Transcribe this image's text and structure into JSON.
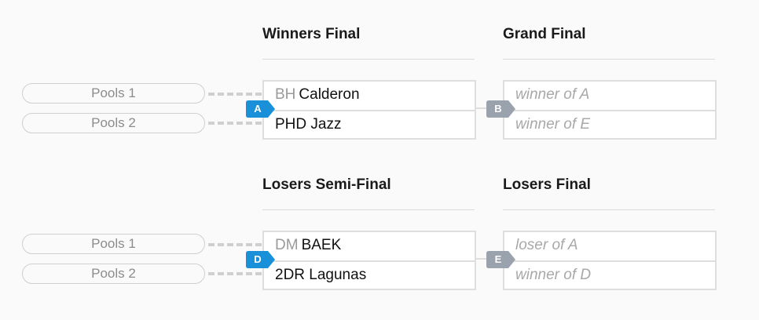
{
  "rounds": {
    "winners_final": "Winners Final",
    "grand_final": "Grand Final",
    "losers_semi_final": "Losers Semi-Final",
    "losers_final": "Losers Final"
  },
  "pools": {
    "upper_1": "Pools 1",
    "upper_2": "Pools 2",
    "lower_1": "Pools 1",
    "lower_2": "Pools 2"
  },
  "matches": {
    "A": {
      "badge": "A",
      "badge_color": "#1a90d9",
      "top": {
        "tag": "BH",
        "name": "Calderon"
      },
      "bottom": {
        "tag": "",
        "name": "PHD Jazz"
      }
    },
    "B": {
      "badge": "B",
      "badge_color": "#9aa3ad",
      "top": {
        "placeholder": "winner of A"
      },
      "bottom": {
        "placeholder": "winner of E"
      }
    },
    "D": {
      "badge": "D",
      "badge_color": "#1a90d9",
      "top": {
        "tag": "DM",
        "name": "BAEK"
      },
      "bottom": {
        "tag": "",
        "name": "2DR Lagunas"
      }
    },
    "E": {
      "badge": "E",
      "badge_color": "#9aa3ad",
      "top": {
        "placeholder": "loser of A"
      },
      "bottom": {
        "placeholder": "winner of D"
      }
    }
  }
}
